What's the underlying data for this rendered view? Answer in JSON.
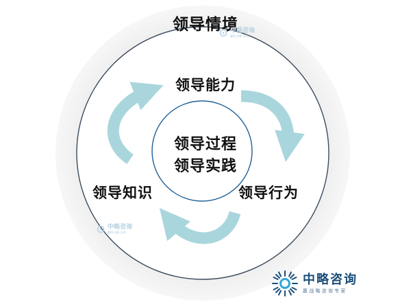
{
  "diagram": {
    "outer_title": "领导情境",
    "top_label": "领导能力",
    "center_line1": "领导过程",
    "center_line2": "领导实践",
    "left_label": "领导知识",
    "right_label": "领导行为"
  },
  "watermark": {
    "name": "中略咨询",
    "tagline": "赢销·战略·咨询"
  },
  "brand": {
    "name": "中略咨询",
    "tagline": "赢 战 略 咨 询 专 家",
    "colors": {
      "accent": "#1b4e79",
      "arrow": "#a9d6dc",
      "ring": "#f2f2f2"
    }
  }
}
